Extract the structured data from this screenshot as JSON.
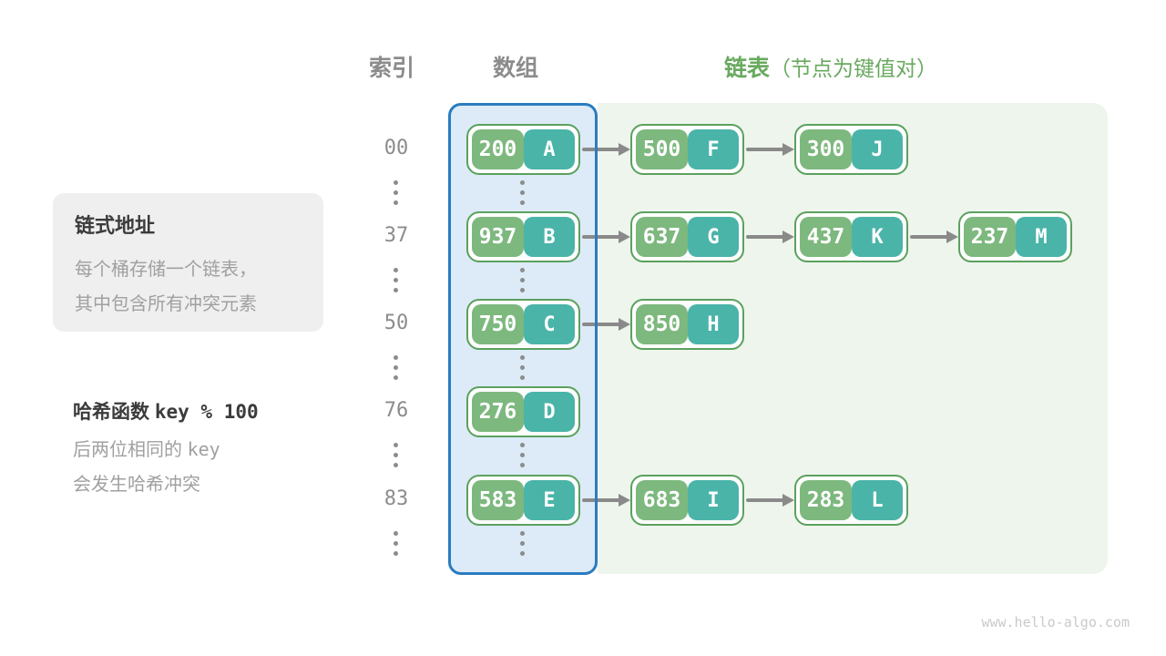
{
  "header": {
    "index_label": "索引",
    "array_label": "数组",
    "list_label": "链表",
    "list_note": "（节点为键值对）"
  },
  "annotations": {
    "chaining_box": {
      "title": "链式地址",
      "line1": "每个桶存储一个链表，",
      "line2": "其中包含所有冲突元素"
    },
    "hash_fn_block": {
      "title_text": "哈希函数",
      "title_code": "key % 100",
      "line1_text": "后两位相同的",
      "line1_code": "key",
      "line2": "会发生哈希冲突"
    }
  },
  "hash_table_rows": [
    {
      "index": "00",
      "bucket": {
        "key": "200",
        "value": "A"
      },
      "chain": [
        {
          "key": "500",
          "value": "F"
        },
        {
          "key": "300",
          "value": "J"
        }
      ]
    },
    {
      "index": "37",
      "bucket": {
        "key": "937",
        "value": "B"
      },
      "chain": [
        {
          "key": "637",
          "value": "G"
        },
        {
          "key": "437",
          "value": "K"
        },
        {
          "key": "237",
          "value": "M"
        }
      ]
    },
    {
      "index": "50",
      "bucket": {
        "key": "750",
        "value": "C"
      },
      "chain": [
        {
          "key": "850",
          "value": "H"
        }
      ]
    },
    {
      "index": "76",
      "bucket": {
        "key": "276",
        "value": "D"
      },
      "chain": []
    },
    {
      "index": "83",
      "bucket": {
        "key": "583",
        "value": "E"
      },
      "chain": [
        {
          "key": "683",
          "value": "I"
        },
        {
          "key": "283",
          "value": "L"
        }
      ]
    }
  ],
  "colors": {
    "node_key_green": "#7db87e",
    "node_value_teal": "#4ab4a9",
    "node_border_green": "#5ba15f",
    "array_panel_fill": "#dcebf7",
    "array_panel_border_blue": "#2b7cbf",
    "list_panel_fill": "#eef5ec",
    "header_green": "#69a95f",
    "gray_text": "#8c8c8c",
    "arrow_gray": "#8a8a8a"
  },
  "watermark": "www.hello-algo.com"
}
